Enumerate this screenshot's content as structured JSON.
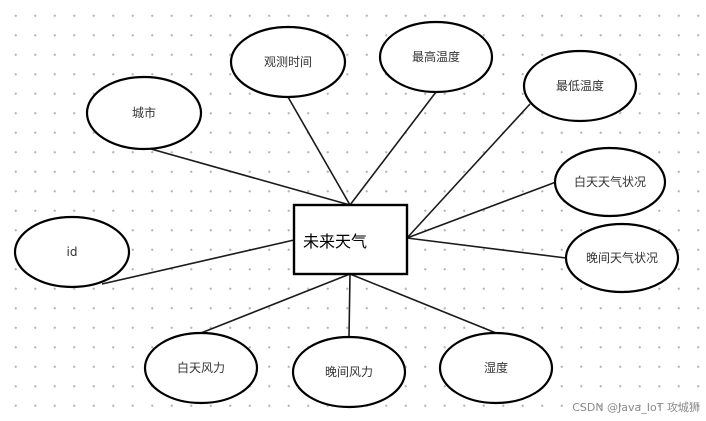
{
  "entity": {
    "id": "weather-forecast",
    "label": "未来天气"
  },
  "attributes": [
    {
      "id": "city",
      "label": "城市"
    },
    {
      "id": "observation-time",
      "label": "观测时间"
    },
    {
      "id": "max-temp",
      "label": "最高温度"
    },
    {
      "id": "min-temp",
      "label": "最低温度"
    },
    {
      "id": "day-condition",
      "label": "白天天气状况"
    },
    {
      "id": "night-condition",
      "label": "晚间天气状况"
    },
    {
      "id": "humidity",
      "label": "湿度"
    },
    {
      "id": "night-wind",
      "label": "晚间风力"
    },
    {
      "id": "day-wind",
      "label": "白天风力"
    },
    {
      "id": "id",
      "label": "id"
    }
  ],
  "watermark": "CSDN @Java_IoT 攻城狮"
}
